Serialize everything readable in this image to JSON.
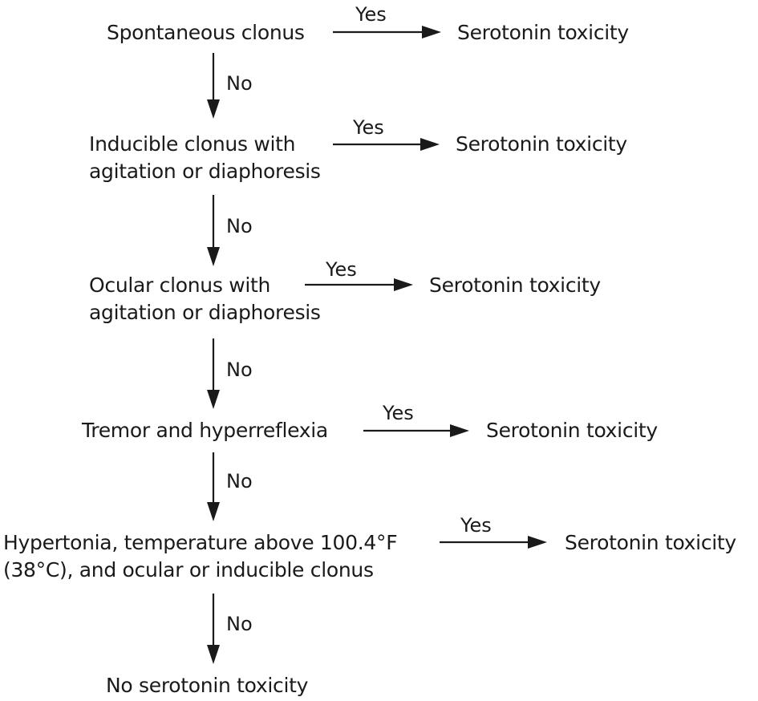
{
  "steps": [
    {
      "condition_lines": [
        "Spontaneous clonus"
      ],
      "yes_label": "Yes",
      "result": "Serotonin toxicity",
      "no_label": "No"
    },
    {
      "condition_lines": [
        "Inducible clonus with",
        "agitation or diaphoresis"
      ],
      "yes_label": "Yes",
      "result": "Serotonin toxicity",
      "no_label": "No"
    },
    {
      "condition_lines": [
        "Ocular clonus with",
        "agitation or diaphoresis"
      ],
      "yes_label": "Yes",
      "result": "Serotonin toxicity",
      "no_label": "No"
    },
    {
      "condition_lines": [
        "Tremor and hyperreflexia"
      ],
      "yes_label": "Yes",
      "result": "Serotonin toxicity",
      "no_label": "No"
    },
    {
      "condition_lines": [
        "Hypertonia, temperature above 100.4°F",
        "(38°C), and ocular or inducible clonus"
      ],
      "yes_label": "Yes",
      "result": "Serotonin toxicity",
      "no_label": "No"
    }
  ],
  "final_result": "No serotonin toxicity"
}
